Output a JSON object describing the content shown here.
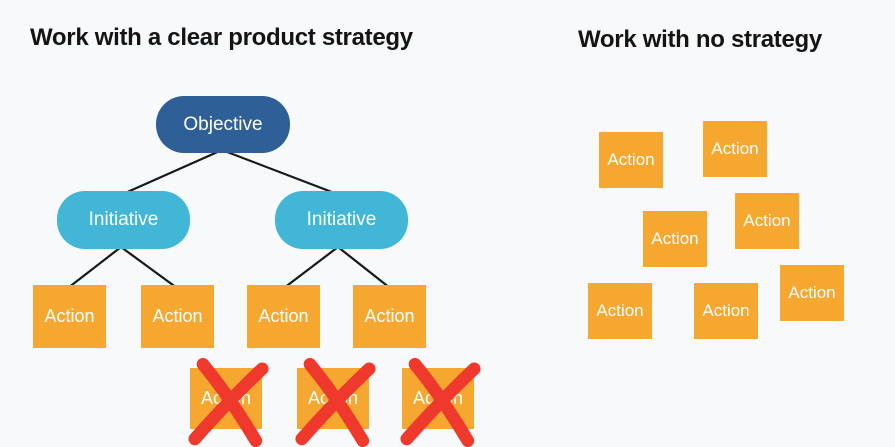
{
  "colors": {
    "background": "#f8f9fb",
    "objective": "#2e5f97",
    "initiative": "#41b6d6",
    "action": "#f6a72f",
    "cross": "#ee392c",
    "line": "#181818",
    "title": "#141414",
    "node_text": "#ffffff"
  },
  "icons": [
    {
      "name": "red-cross-icon",
      "shape": "brush-style X strokes",
      "color": "#ee392c"
    }
  ],
  "left": {
    "title": "Work with a clear product strategy",
    "objective": {
      "label": "Objective"
    },
    "initiatives": [
      {
        "label": "Initiative"
      },
      {
        "label": "Initiative"
      }
    ],
    "actions": [
      {
        "label": "Action"
      },
      {
        "label": "Action"
      },
      {
        "label": "Action"
      },
      {
        "label": "Action"
      }
    ],
    "crossed_actions": [
      {
        "label": "Action",
        "crossed_out": true
      },
      {
        "label": "Action",
        "crossed_out": true
      },
      {
        "label": "Action",
        "crossed_out": true
      }
    ]
  },
  "right": {
    "title": "Work with no strategy",
    "actions": [
      {
        "label": "Action"
      },
      {
        "label": "Action"
      },
      {
        "label": "Action"
      },
      {
        "label": "Action"
      },
      {
        "label": "Action"
      },
      {
        "label": "Action"
      },
      {
        "label": "Action"
      }
    ]
  }
}
